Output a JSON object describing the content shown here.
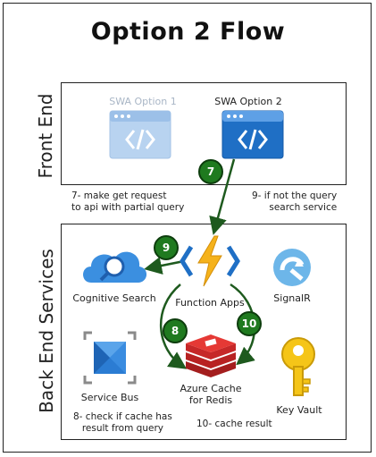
{
  "title": "Option 2 Flow",
  "sections": {
    "front_end": "Front End",
    "back_end": "Back End Services"
  },
  "front_end": {
    "swa_option_1": "SWA Option 1",
    "swa_option_2": "SWA Option 2"
  },
  "back_end": {
    "cognitive_search": "Cognitive Search",
    "function_apps": "Function Apps",
    "signalr": "SignalR",
    "service_bus": "Service Bus",
    "azure_cache_line1": "Azure Cache",
    "azure_cache_line2": "for Redis",
    "key_vault": "Key Vault"
  },
  "steps": {
    "s7": "7",
    "s8": "8",
    "s9": "9",
    "s10": "10"
  },
  "notes": {
    "n7_line1": "7- make get request",
    "n7_line2": "to api with partial query",
    "n9_line1": "9- if not the query",
    "n9_line2": "search service",
    "n8_line1": "8- check if cache has",
    "n8_line2": "result from query",
    "n10": "10- cache result"
  },
  "colors": {
    "step_green": "#1f7a1f",
    "arrow_green": "#1e5a1e",
    "azure_blue": "#1f6fc5",
    "faded_blue": "#9cc0e8"
  }
}
